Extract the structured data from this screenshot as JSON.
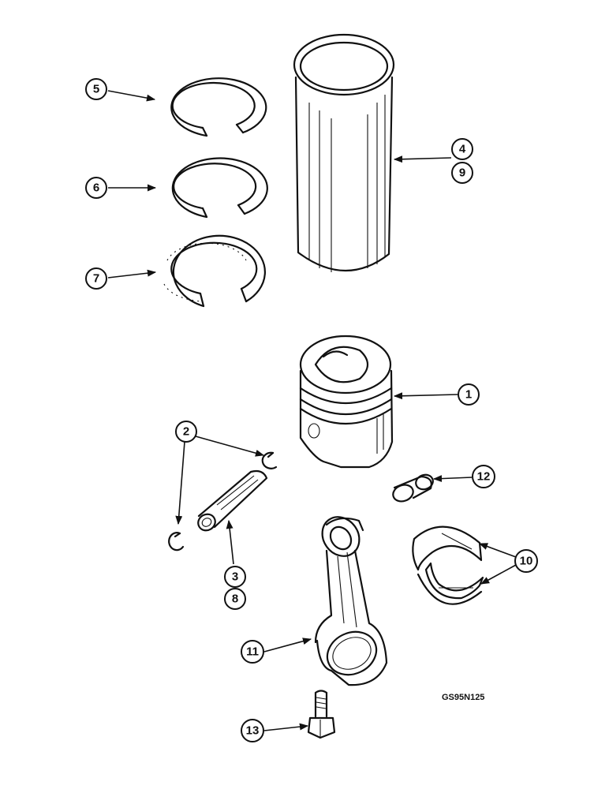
{
  "diagram": {
    "drawing_code": "GS95N125",
    "callouts": [
      {
        "id": "c1",
        "label": "1"
      },
      {
        "id": "c2",
        "label": "2"
      },
      {
        "id": "c3",
        "label": "3"
      },
      {
        "id": "c4",
        "label": "4"
      },
      {
        "id": "c5",
        "label": "5"
      },
      {
        "id": "c6",
        "label": "6"
      },
      {
        "id": "c7",
        "label": "7"
      },
      {
        "id": "c8",
        "label": "8"
      },
      {
        "id": "c9",
        "label": "9"
      },
      {
        "id": "c10",
        "label": "10"
      },
      {
        "id": "c11",
        "label": "11"
      },
      {
        "id": "c12",
        "label": "12"
      },
      {
        "id": "c13",
        "label": "13"
      }
    ]
  }
}
